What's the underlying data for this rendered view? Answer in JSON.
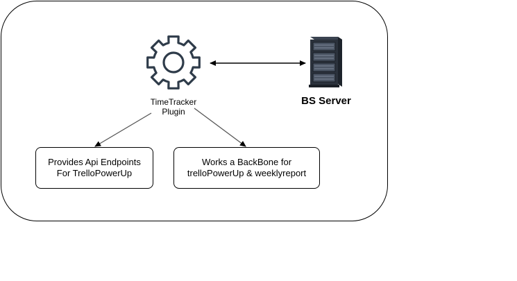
{
  "diagram": {
    "plugin": {
      "label": "TimeTracker\nPlugin",
      "icon": "gear-icon"
    },
    "server": {
      "label": "BS Server",
      "icon": "server-rack-icon"
    },
    "boxes": [
      {
        "text": "Provides Api Endpoints\nFor TrelloPowerUp"
      },
      {
        "text": "Works a BackBone for\ntrelloPowerUp & weeklyreport"
      }
    ],
    "connections": [
      {
        "from": "plugin",
        "to": "server",
        "style": "bidirectional-arrow"
      },
      {
        "from": "plugin",
        "to": "box-1",
        "style": "arrow"
      },
      {
        "from": "plugin",
        "to": "box-2",
        "style": "arrow"
      }
    ],
    "colors": {
      "stroke": "#000000",
      "icon": "#2f3c4a",
      "connector_gray": "#555555"
    }
  }
}
